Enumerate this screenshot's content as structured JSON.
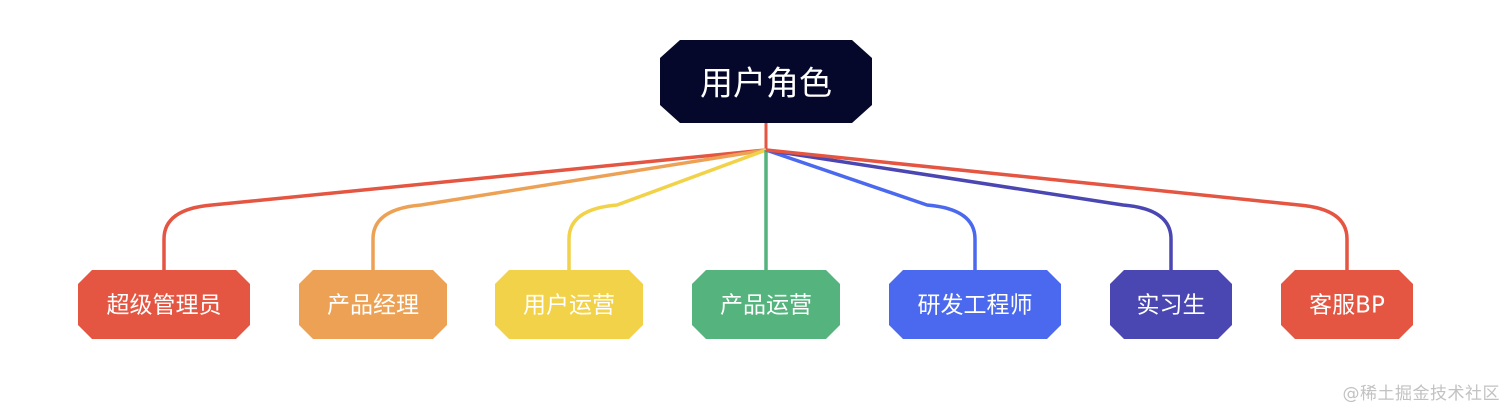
{
  "diagram": {
    "root": {
      "label": "用户角色",
      "color": "#05082a"
    },
    "children": [
      {
        "label": "超级管理员",
        "color": "#e45542"
      },
      {
        "label": "产品经理",
        "color": "#eda155"
      },
      {
        "label": "用户运营",
        "color": "#f1d248"
      },
      {
        "label": "产品运营",
        "color": "#55b37d"
      },
      {
        "label": "研发工程师",
        "color": "#4b69ee"
      },
      {
        "label": "实习生",
        "color": "#4a47b3"
      },
      {
        "label": "客服BP",
        "color": "#e45542"
      }
    ]
  },
  "watermark": "@稀土掘金技术社区"
}
